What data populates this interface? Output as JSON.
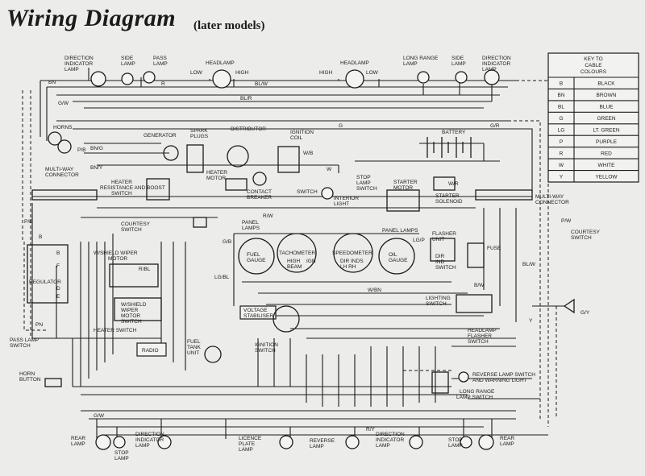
{
  "header": {
    "title": "Wiring Diagram",
    "subtitle": "(later models)"
  },
  "key": {
    "heading": [
      "KEY TO",
      "CABLE",
      "COLOURS"
    ],
    "rows": [
      {
        "code": "B",
        "name": "BLACK"
      },
      {
        "code": "BN",
        "name": "BROWN"
      },
      {
        "code": "BL",
        "name": "BLUE"
      },
      {
        "code": "G",
        "name": "GREEN"
      },
      {
        "code": "LG",
        "name": "LT. GREEN"
      },
      {
        "code": "P",
        "name": "PURPLE"
      },
      {
        "code": "R",
        "name": "RED"
      },
      {
        "code": "W",
        "name": "WHITE"
      },
      {
        "code": "Y",
        "name": "YELLOW"
      }
    ]
  },
  "labels": {
    "dir_lamp_fl": [
      "DIRECTION",
      "INDICATOR",
      "LAMP"
    ],
    "side_lamp_l": [
      "SIDE",
      "LAMP"
    ],
    "pass_lamp": [
      "PASS",
      "LAMP"
    ],
    "headlamp": "HEADLAMP",
    "low": "LOW",
    "high": "HIGH",
    "long_range_lamp": [
      "LONG RANGE",
      "LAMP"
    ],
    "side_lamp_r": [
      "SIDE",
      "LAMP"
    ],
    "dir_lamp_fr": [
      "DIRECTION",
      "INDICATOR",
      "LAMP"
    ],
    "horns": "HORNS",
    "generator": "GENERATOR",
    "spark_plugs": [
      "SPARK",
      "PLUGS"
    ],
    "distributor": "DISTRIBUTOR",
    "ignition_coil": [
      "IGNITION",
      "COIL"
    ],
    "battery": "BATTERY",
    "heater_motor": [
      "HEATER",
      "MOTOR"
    ],
    "contact_breaker": [
      "CONTACT",
      "BREAKER"
    ],
    "stop_lamp_switch": [
      "STOP",
      "LAMP",
      "SWITCH"
    ],
    "starter_motor": [
      "STARTER",
      "MOTOR"
    ],
    "multiway_l": [
      "MULTI-WAY",
      "CONNECTOR"
    ],
    "heater_res": [
      "HEATER",
      "RESISTANCE AND BOOST",
      "SWITCH"
    ],
    "switch": "SWITCH",
    "interior_light": [
      "INTERIOR",
      "LIGHT"
    ],
    "starter_solenoid": [
      "STARTER",
      "SOLENOID"
    ],
    "multiway_r": [
      "MULTI-WAY",
      "CONNECTOR"
    ],
    "courtesy_l": [
      "COURTESY",
      "SWITCH"
    ],
    "panel_lamps_l": [
      "PANEL",
      "LAMPS"
    ],
    "tachometer": "TACHOMETER",
    "speedometer": "SPEEDOMETER",
    "panel_lamps_r": "PANEL LAMPS",
    "courtesy_r": [
      "COURTESY",
      "SWITCH"
    ],
    "wiper_motor": [
      "W/SHIELD WIPER",
      "MOTOR"
    ],
    "fuel_gauge": [
      "FUEL",
      "GAUGE"
    ],
    "high_beam": [
      "HIGH",
      "BEAM"
    ],
    "ign": "IGN",
    "dir_inds": [
      "DIR INDS",
      "LH    RH"
    ],
    "oil_gauge": [
      "OIL",
      "GAUGE"
    ],
    "flasher_unit": [
      "FLASHER",
      "UNIT"
    ],
    "dir_ind_switch": [
      "DIR",
      "IND",
      "SWITCH"
    ],
    "fuse": "FUSE",
    "regulator": "REGULATOR",
    "wiper_switch": [
      "W/SHIELD",
      "WIPER",
      "MOTOR",
      "SWITCH"
    ],
    "voltage_stabiliser": [
      "VOLTAGE",
      "STABILISER"
    ],
    "lighting_switch": [
      "LIGHTING",
      "SWITCH"
    ],
    "heater_switch": "HEATER SWITCH",
    "pass_lamp_switch": [
      "PASS LAMP",
      "SWITCH"
    ],
    "radio": "RADIO",
    "fuel_tank_unit": [
      "FUEL",
      "TANK",
      "UNIT"
    ],
    "ignition_switch": [
      "IGNITION",
      "SWITCH"
    ],
    "headlamp_flasher": [
      "HEADLAMP",
      "FLASHER",
      "SWITCH"
    ],
    "horn_button": [
      "HORN",
      "BUTTON"
    ],
    "reverse_lamp_sw": [
      "REVERSE LAMP SWITCH",
      "AND WARNING LIGHT"
    ],
    "long_range_sw": [
      "LONG RANGE",
      "LAMP SWITCH"
    ],
    "rear_lamp_l": [
      "REAR",
      "LAMP"
    ],
    "stop_lamp_l": [
      "STOP",
      "LAMP"
    ],
    "dir_lamp_rl": [
      "DIRECTION",
      "INDICATOR",
      "LAMP"
    ],
    "licence_lamp": [
      "LICENCE",
      "PLATE",
      "LAMP"
    ],
    "reverse_lamp": [
      "REVERSE",
      "LAMP"
    ],
    "dir_lamp_rr": [
      "DIRECTION",
      "INDICATOR",
      "LAMP"
    ],
    "stop_lamp_r": [
      "STOP",
      "LAMP"
    ],
    "rear_lamp_r": [
      "REAR",
      "LAMP"
    ],
    "regulator_terms": [
      "B",
      "F",
      "D",
      "E"
    ]
  },
  "wire_codes": {
    "bn": "BN",
    "gw": "G/W",
    "r": "R",
    "blw": "BL/W",
    "blr": "BL/R",
    "g": "G",
    "pb": "P/B",
    "bng": "BN/G",
    "bny": "BN/Y",
    "wb": "W/B",
    "w": "W",
    "gr": "G/R",
    "gy": "G/Y",
    "wr": "W/R",
    "pe": "P/E",
    "rw": "R/W",
    "lgp": "LG/P",
    "pw": "P/W",
    "gb": "G/B",
    "lgbl": "LG/BL",
    "rbl": "R/BL",
    "blw2": "BL/W",
    "wbn": "W/BN",
    "bw": "B/W",
    "y": "Y",
    "pn": "PN",
    "gw2": "G/W",
    "ry": "R/Y",
    "b": "B"
  }
}
